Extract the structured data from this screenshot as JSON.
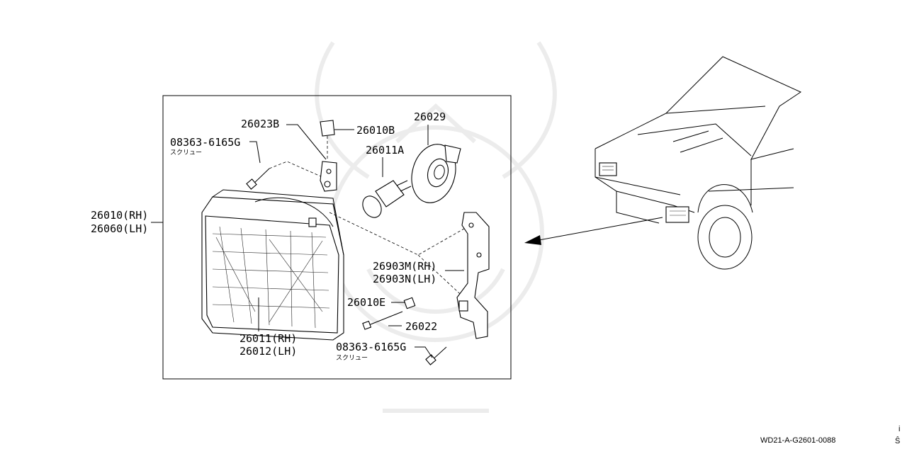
{
  "diagram": {
    "labels": {
      "screw_top_part": "08363-6165G",
      "screw_top_note": "スクリュー",
      "bracket_top": "26023B",
      "clip": "26010B",
      "bulb": "26011A",
      "cover": "26029",
      "assembly_rh": "26010(RH)",
      "assembly_lh": "26060(LH)",
      "bracket_rh": "26903M(RH)",
      "bracket_lh": "26903N(LH)",
      "nut": "26010E",
      "bolt": "26022",
      "lamp_rh": "26011(RH)",
      "lamp_lh": "26012(LH)",
      "screw_bottom_part": "08363-6165G",
      "screw_bottom_note": "スクリュー"
    },
    "footer_code": "WD21-A-G2601-0088",
    "corner_marks": [
      "i",
      "Ŝ"
    ]
  }
}
